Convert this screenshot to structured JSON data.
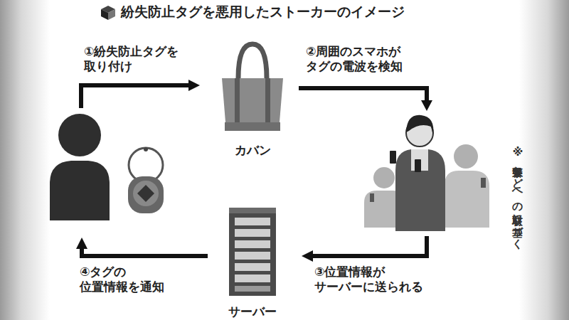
{
  "diagram": {
    "title": "紛失防止タグを悪用したストーカーのイメージ",
    "nodes": [
      {
        "text": [
          "カバン"
        ]
      },
      {
        "text": [
          "サーバー"
        ]
      }
    ],
    "labels": [
      "①紛失防止タグを 取り付け",
      "②周囲のスマホが タグの電波を検知",
      "③位置情報が サーバーに送られる",
      "④タグの 位置情報を通知",
      "※県警などへの取材に基づく"
    ]
  }
}
